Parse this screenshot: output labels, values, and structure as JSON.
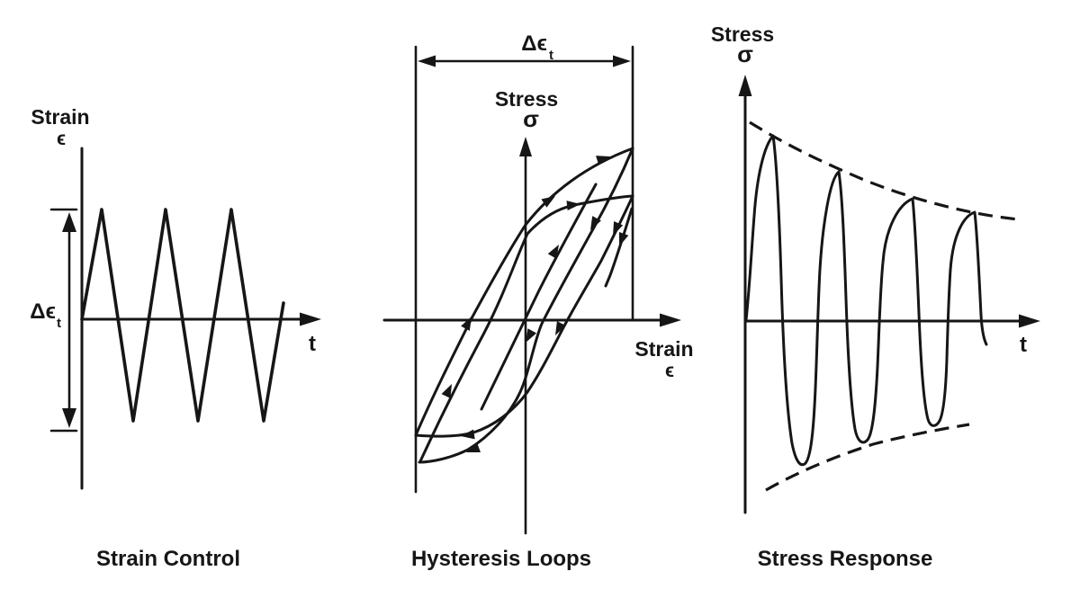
{
  "colors": {
    "background": "#ffffff",
    "ink": "#161616"
  },
  "panels": {
    "strain_control": {
      "caption": "Strain Control",
      "y_axis_label": "Strain",
      "y_axis_symbol": "ϵ",
      "x_axis_label": "t",
      "range_label_base": "Δϵ",
      "range_label_sub": "t"
    },
    "hysteresis_loops": {
      "caption": "Hysteresis Loops",
      "width_label_base": "Δϵ",
      "width_label_sub": "t",
      "y_axis_label": "Stress",
      "y_axis_symbol": "σ",
      "x_axis_label": "Strain",
      "x_axis_symbol": "ϵ"
    },
    "stress_response": {
      "caption": "Stress Response",
      "y_axis_label": "Stress",
      "y_axis_symbol": "σ",
      "x_axis_label": "t"
    }
  }
}
